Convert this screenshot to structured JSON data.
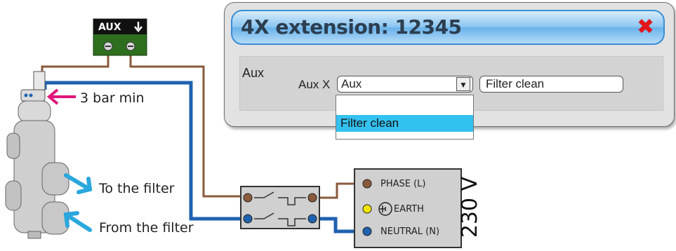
{
  "dialog": {
    "title": "4X extension: 12345",
    "close_glyph": "✖",
    "panel_label": "Aux",
    "field_label": "Aux X",
    "select_value": "Aux",
    "select_arrow": "▼",
    "text_value": "Filter clean",
    "dropdown_options": [
      "",
      "Filter clean"
    ],
    "highlight_color": "#33c1f0"
  },
  "diagram": {
    "aux_label": "AUX",
    "pressure_label": "3 bar min",
    "to_filter": "To the filter",
    "from_filter": "From the filter",
    "phase": "PHASE (L)",
    "earth": "EARTH",
    "neutral": "NEUTRAL (N)",
    "voltage": "230 V",
    "colors": {
      "brown": "#8a5a3b",
      "blue": "#1f62b0",
      "arrow": "#2aa7dd",
      "pink": "#e0157a",
      "yellow": "#f2e600",
      "terminal_green": "#2e6e1f"
    }
  }
}
